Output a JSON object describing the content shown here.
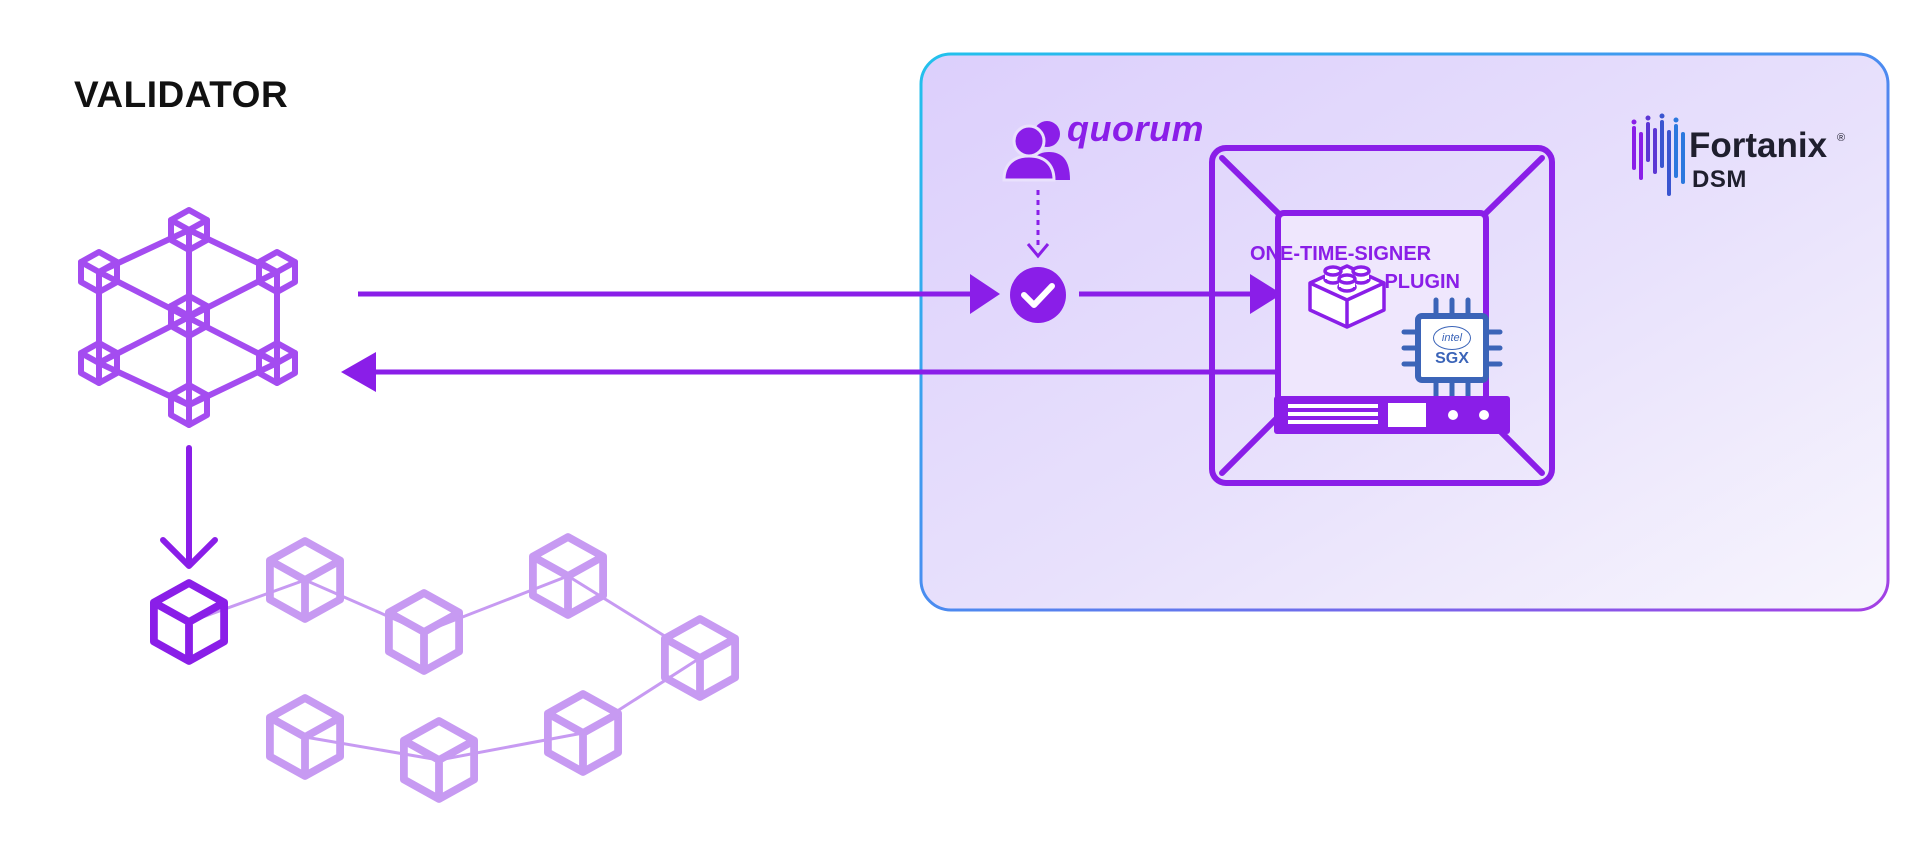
{
  "colors": {
    "accent": "#8a1ee8",
    "accent_light": "#c79af2",
    "panel_fill": "#e9e1fc",
    "panel_border": "#2bb5ea",
    "chip_blue": "#3b64b8",
    "title_dark": "#111111"
  },
  "validator": {
    "title": "VALIDATOR"
  },
  "quorum": {
    "label": "quorum"
  },
  "plugin": {
    "line1": "ONE-TIME-SIGNER",
    "line2": "PLUGIN"
  },
  "chip": {
    "vendor": "intel",
    "label": "SGX"
  },
  "brand": {
    "name": "Fortanix",
    "mark": "®",
    "product": "DSM"
  },
  "icons": {
    "validator": "blockchain-node-cluster-icon",
    "quorum": "users-group-icon",
    "approval": "check-circle-icon",
    "plugin": "lego-brick-icon",
    "chip": "cpu-chip-icon",
    "server": "server-rack-icon",
    "block": "cube-icon"
  }
}
